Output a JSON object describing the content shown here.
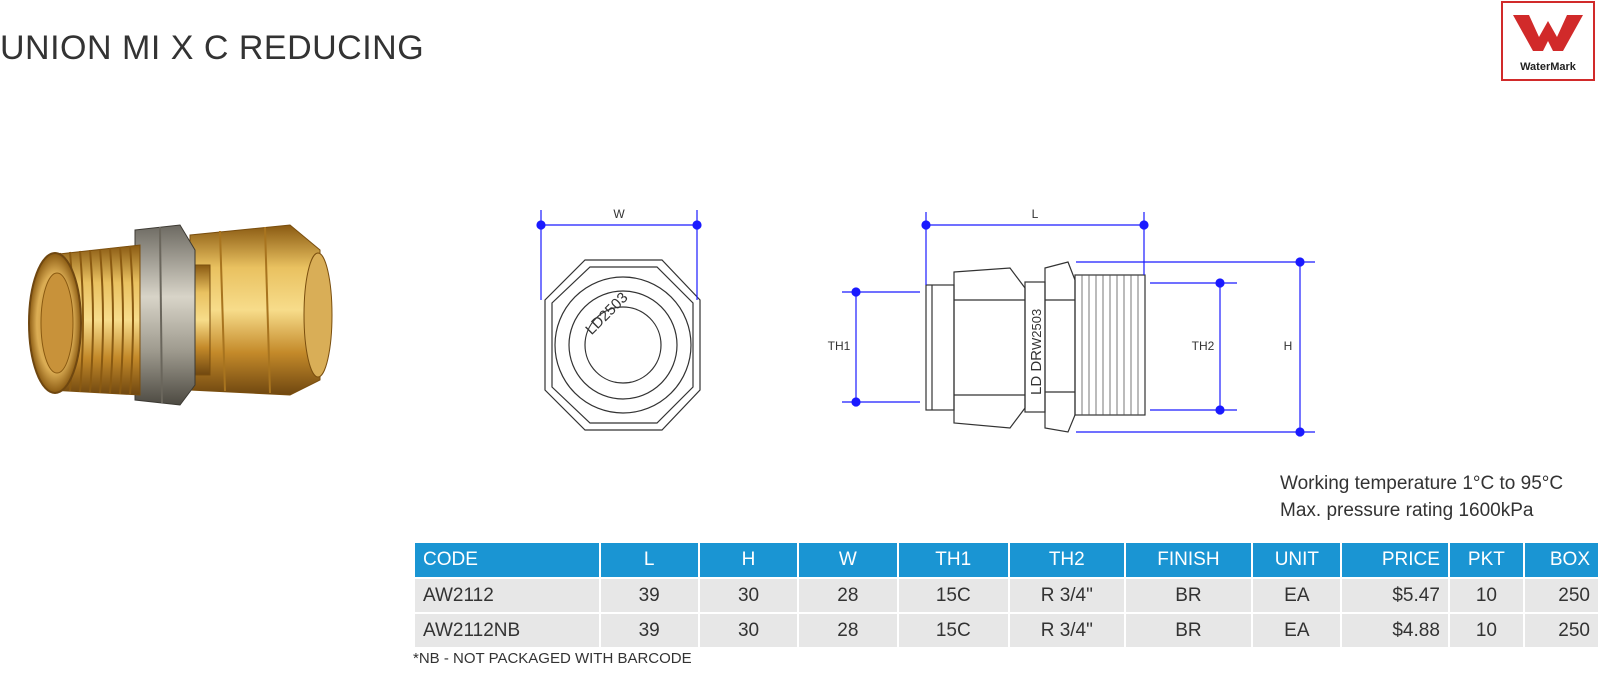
{
  "title": "UNION MI X C REDUCING",
  "logo": {
    "name": "watermark-logo",
    "text": "WaterMark",
    "color": "#d12a2a"
  },
  "drawing": {
    "dims": {
      "w": "W",
      "l": "L",
      "th1": "TH1",
      "th2": "TH2",
      "h": "H"
    },
    "markings": {
      "end_view": "LD2503",
      "side_brand": "LD DR",
      "side_code": "W2503"
    },
    "dimension_color": "#1a1aff"
  },
  "specs": {
    "temperature": "Working temperature 1°C to 95°C",
    "pressure": "Max. pressure rating 1600kPa"
  },
  "table": {
    "header_color": "#1a95d3",
    "columns": [
      "CODE",
      "L",
      "H",
      "W",
      "TH1",
      "TH2",
      "FINISH",
      "UNIT",
      "PRICE",
      "PKT",
      "BOX"
    ],
    "rows": [
      [
        "AW2112",
        "39",
        "30",
        "28",
        "15C",
        "R 3/4\"",
        "BR",
        "EA",
        "$5.47",
        "10",
        "250"
      ],
      [
        "AW2112NB",
        "39",
        "30",
        "28",
        "15C",
        "R 3/4\"",
        "BR",
        "EA",
        "$4.88",
        "10",
        "250"
      ]
    ]
  },
  "footnote": "*NB - NOT PACKAGED WITH BARCODE"
}
